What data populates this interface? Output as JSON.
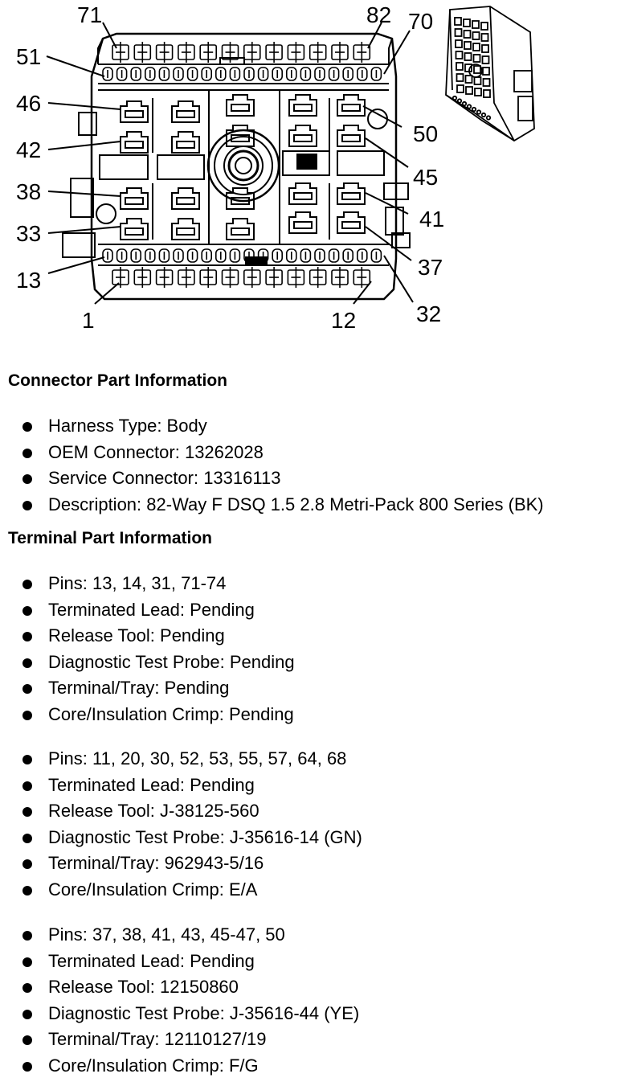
{
  "figure": {
    "pin_labels": {
      "p71": "71",
      "p82": "82",
      "p70": "70",
      "p51": "51",
      "p46": "46",
      "p50": "50",
      "p42": "42",
      "p45": "45",
      "p38": "38",
      "p41": "41",
      "p33": "33",
      "p37": "37",
      "p13": "13",
      "p32": "32",
      "p1": "1",
      "p12": "12"
    }
  },
  "connector_part": {
    "heading": "Connector Part Information",
    "items": [
      "Harness Type: Body",
      "OEM Connector: 13262028",
      "Service Connector: 13316113",
      "Description: 82-Way F DSQ 1.5 2.8 Metri-Pack 800 Series (BK)"
    ]
  },
  "terminal_part": {
    "heading": "Terminal Part Information",
    "groups": [
      [
        "Pins: 13, 14, 31, 71-74",
        "Terminated Lead: Pending",
        "Release Tool: Pending",
        "Diagnostic Test Probe: Pending",
        "Terminal/Tray: Pending",
        "Core/Insulation Crimp: Pending"
      ],
      [
        "Pins: 11, 20, 30, 52, 53, 55, 57, 64, 68",
        "Terminated Lead: Pending",
        "Release Tool: J-38125-560",
        "Diagnostic Test Probe: J-35616-14 (GN)",
        "Terminal/Tray: 962943-5/16",
        "Core/Insulation Crimp: E/A"
      ],
      [
        "Pins: 37, 38, 41, 43, 45-47, 50",
        "Terminated Lead: Pending",
        "Release Tool: 12150860",
        "Diagnostic Test Probe: J-35616-44 (YE)",
        "Terminal/Tray: 12110127/19",
        "Core/Insulation Crimp: F/G"
      ]
    ]
  }
}
